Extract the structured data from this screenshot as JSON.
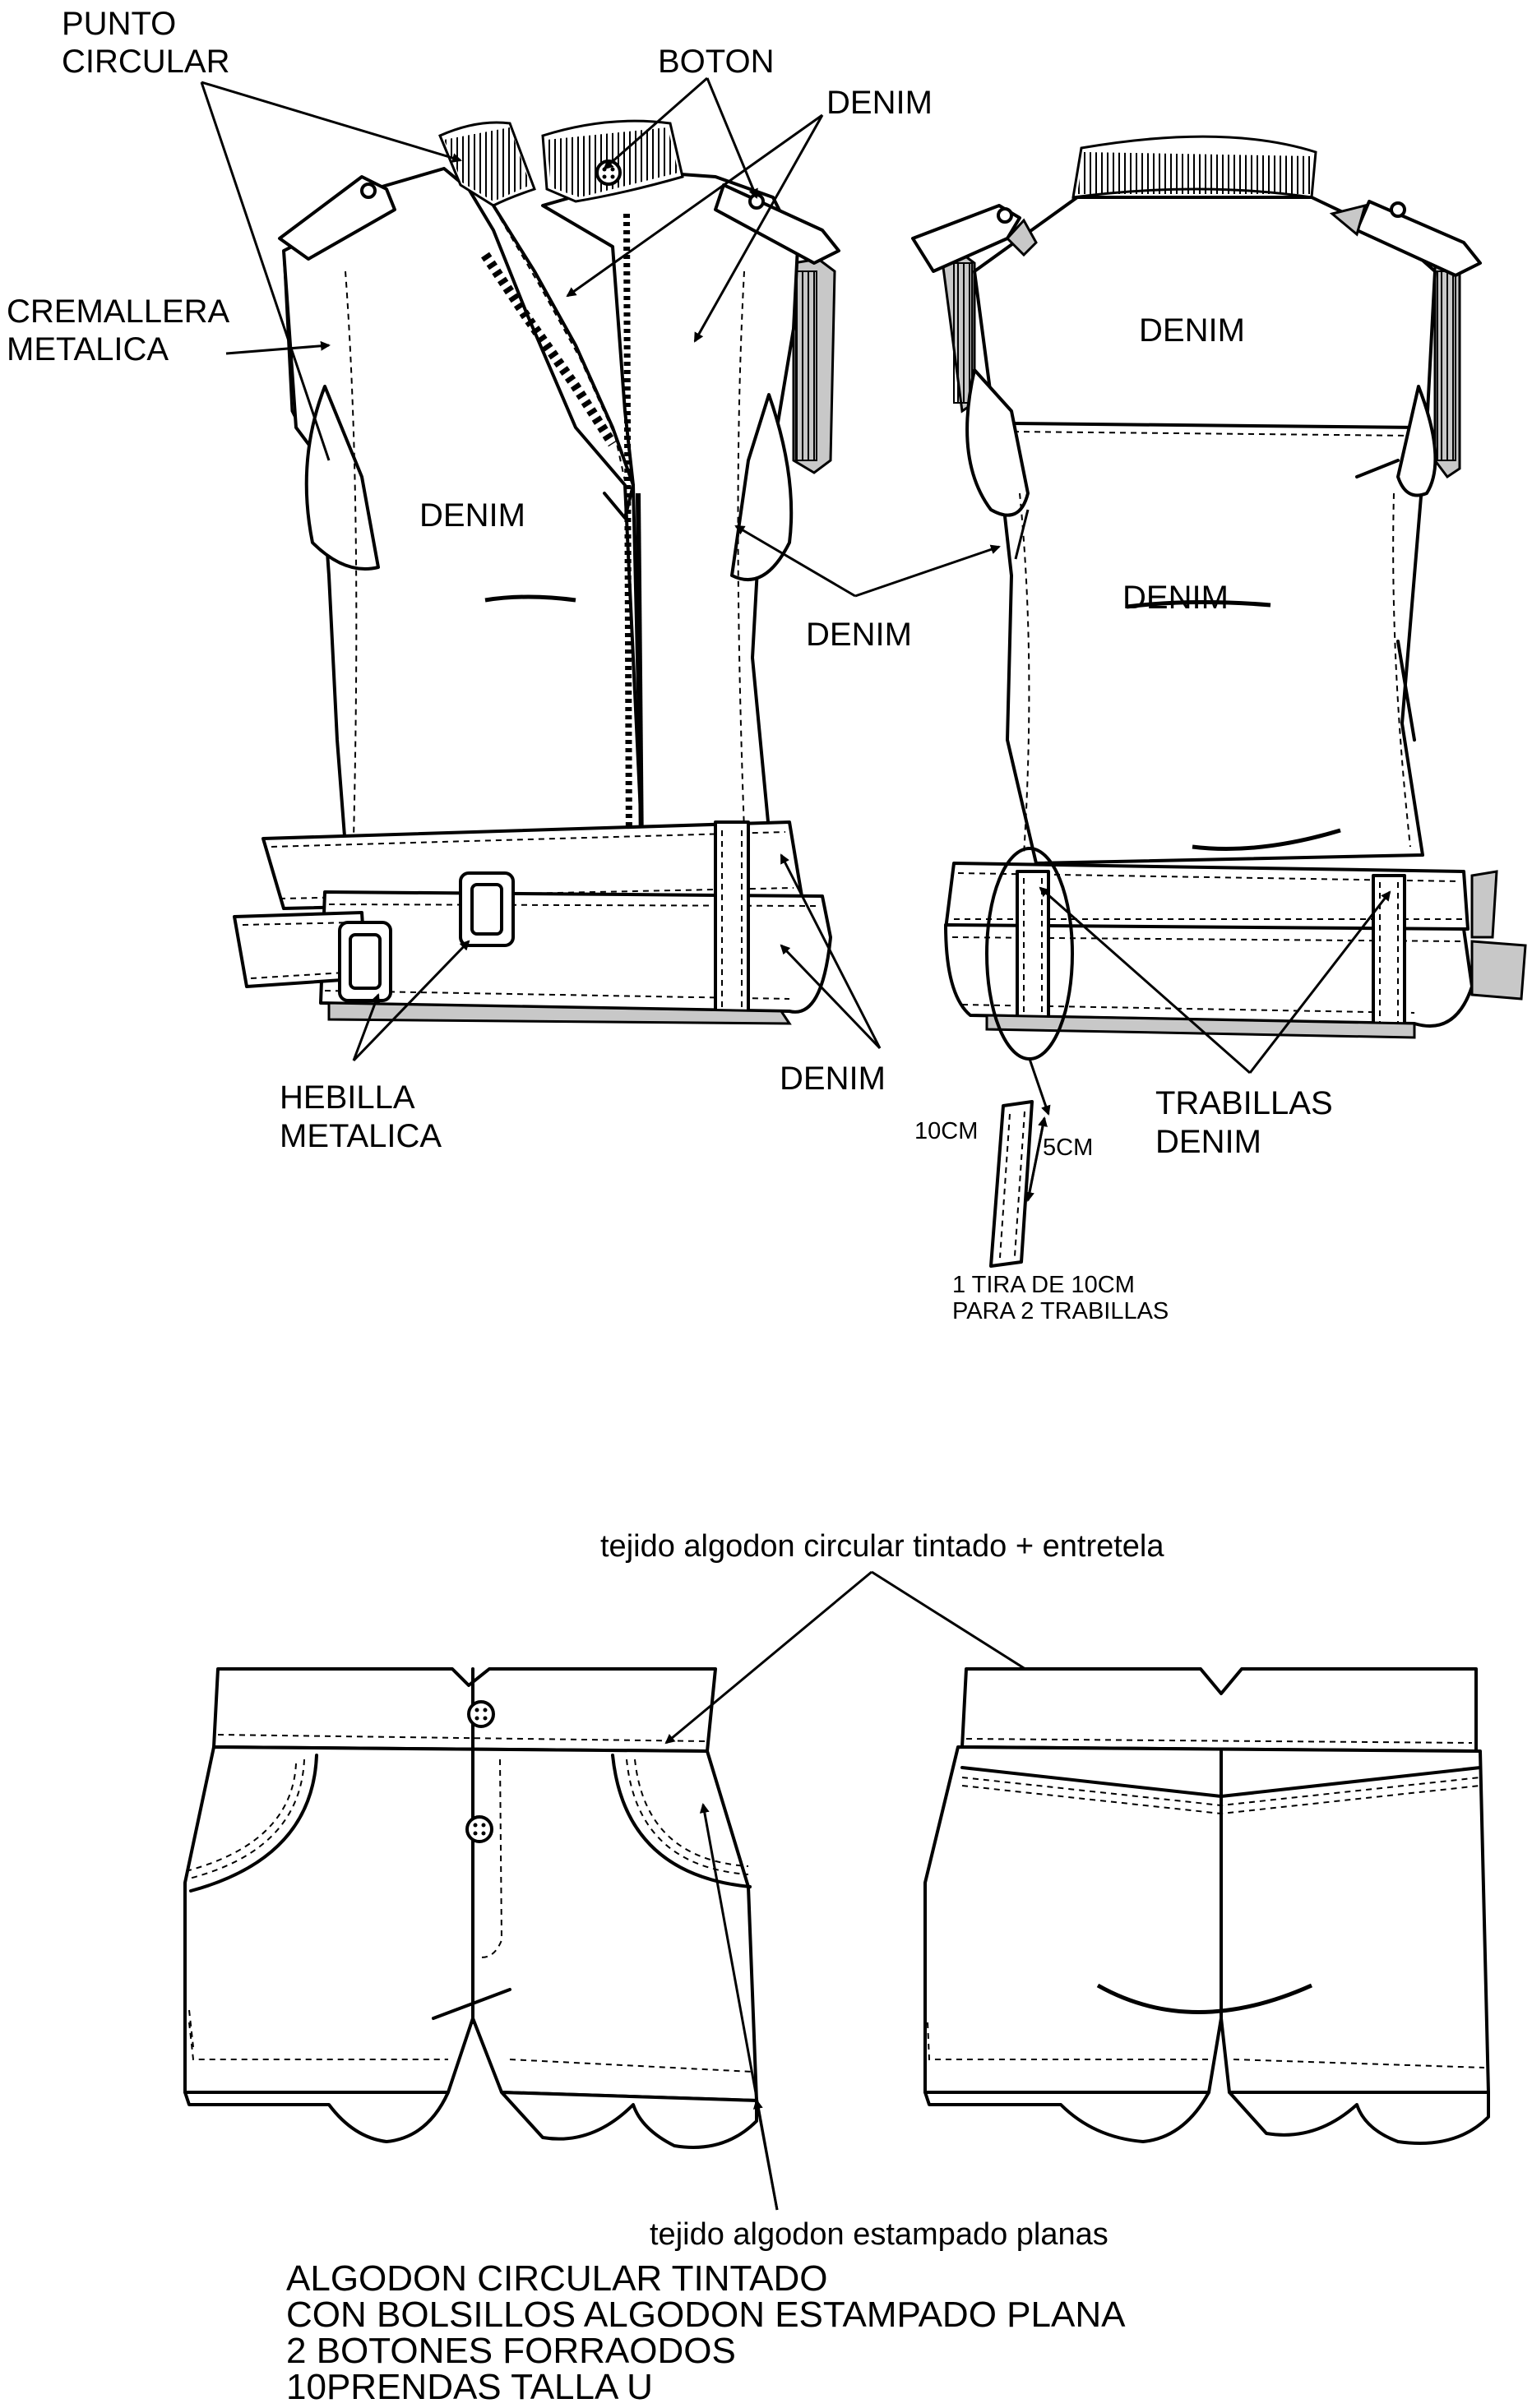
{
  "vest": {
    "front": {
      "punto_circular_label": [
        "PUNTO",
        "CIRCULAR"
      ],
      "boton_label": "BOTON",
      "denim_top_label": "DENIM",
      "cremallera_label": [
        "CREMALLERA",
        "METALICA"
      ],
      "denim_body_label": "DENIM",
      "denim_side_label": "DENIM",
      "hebilla_label": [
        "HEBILLA",
        "METALICA"
      ],
      "denim_belt_label": "DENIM"
    },
    "back": {
      "denim_yoke_label": "DENIM",
      "denim_body_label": "DENIM",
      "trabillas_label": [
        "TRABILLAS",
        "DENIM"
      ]
    },
    "loop_detail": {
      "length_label": "10CM",
      "width_label": "5CM",
      "note": [
        "1 TIRA DE 10CM",
        "PARA 2 TRABILLAS"
      ]
    }
  },
  "shorts": {
    "waistband_label": "tejido algodon circular  tintado + entretela",
    "pocket_label": "tejido algodon estampado planas"
  },
  "spec_notes": [
    "ALGODON CIRCULAR TINTADO",
    "CON BOLSILLOS ALGODON ESTAMPADO PLANA",
    "2 BOTONES FORRAODOS",
    "10PRENDAS TALLA U"
  ],
  "colors": {
    "line": "#000000",
    "shade": "#c8c8c8",
    "background": "#ffffff"
  }
}
